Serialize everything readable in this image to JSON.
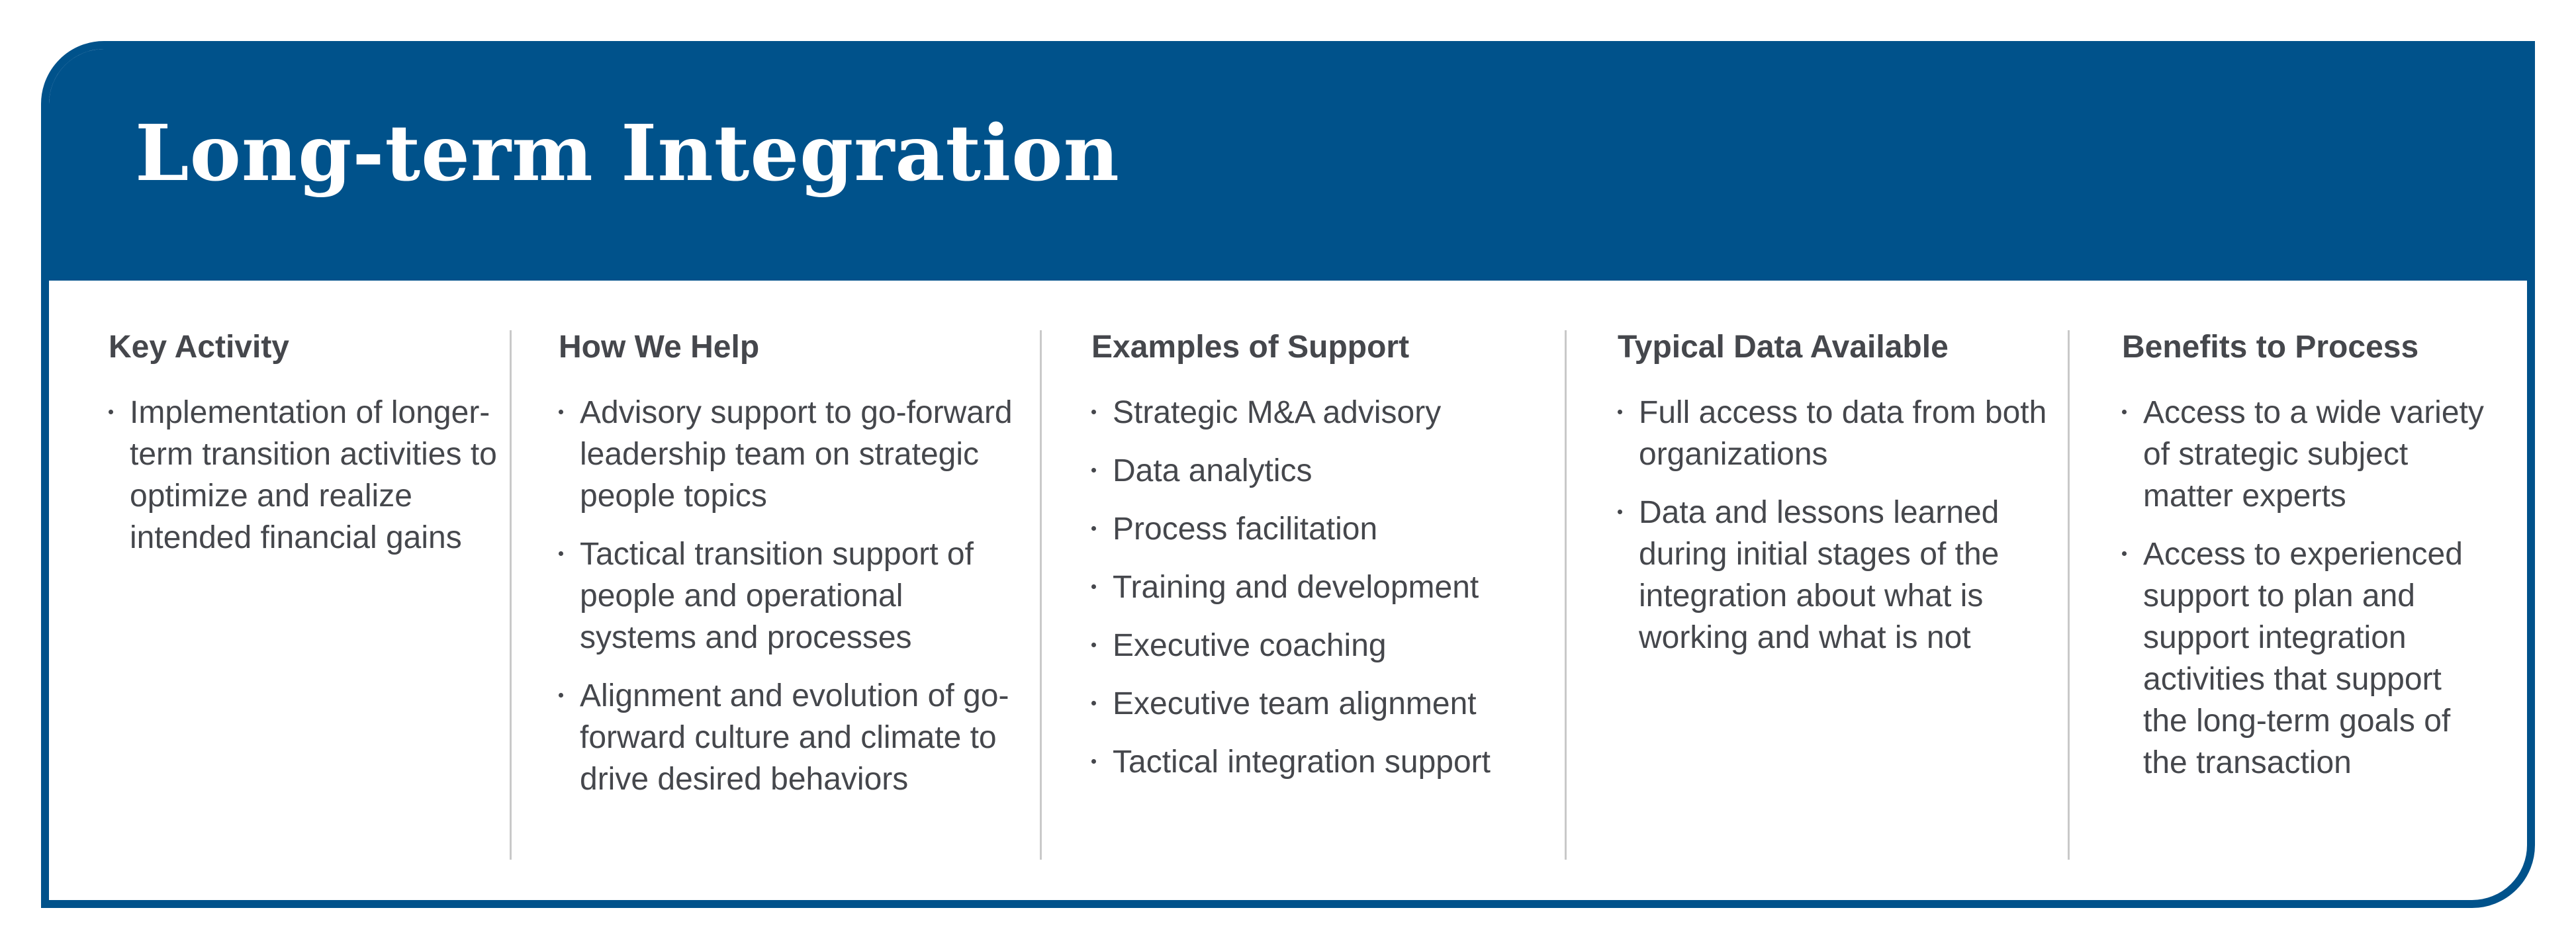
{
  "title": "Long-term Integration",
  "columns": [
    {
      "heading": "Key Activity",
      "items": [
        "Implementation of longer-term transition activities to optimize and realize intended financial gains"
      ]
    },
    {
      "heading": "How We Help",
      "items": [
        "Advisory support to go-forward leadership team on strategic people topics",
        "Tactical transition support of people and operational systems and processes",
        "Alignment and evolution of go-forward culture and climate to drive desired behaviors"
      ]
    },
    {
      "heading": "Examples of Support",
      "items": [
        "Strategic M&A advisory",
        "Data analytics",
        "Process facilitation",
        "Training and development",
        "Executive coaching",
        "Executive team alignment",
        "Tactical integration support"
      ]
    },
    {
      "heading": "Typical Data Available",
      "items": [
        "Full access to data from both organizations",
        "Data and lessons learned during initial stages of the integration about what is working and what is not"
      ]
    },
    {
      "heading": "Benefits to Process",
      "items": [
        "Access to a wide variety of strategic subject matter experts",
        "Access to experienced support to plan and support integration activities that support the long-term goals of the transaction"
      ]
    }
  ],
  "colors": {
    "brand_blue": "#00528b",
    "text": "#45474c",
    "divider": "#c9c9c9"
  }
}
